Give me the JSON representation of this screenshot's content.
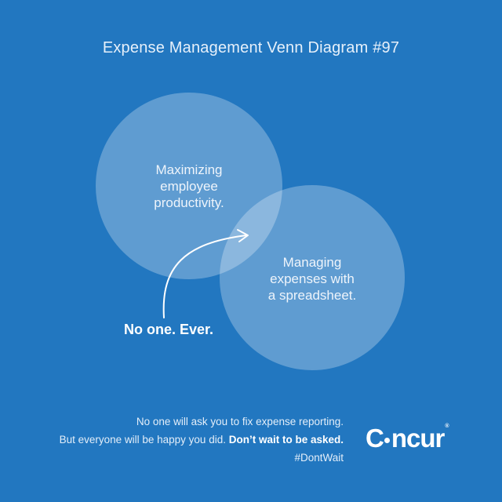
{
  "title": "Expense Management Venn Diagram #97",
  "colors": {
    "background": "#2277c0",
    "circle_fill": "rgba(255,255,255,0.28)",
    "text": "#ffffff"
  },
  "venn": {
    "left_circle": {
      "label": "Maximizing\nemployee\nproductivity."
    },
    "right_circle": {
      "label": "Managing\nexpenses with\na spreadsheet."
    },
    "intersection_callout": "No one. Ever."
  },
  "footer": {
    "line1": "No one will ask you to fix expense reporting.",
    "line2_regular": "But everyone will be happy you did. ",
    "line2_bold": "Don’t wait to be asked.",
    "hashtag": "#DontWait"
  },
  "logo": {
    "first": "C",
    "rest": "ncur",
    "registered": "®"
  }
}
